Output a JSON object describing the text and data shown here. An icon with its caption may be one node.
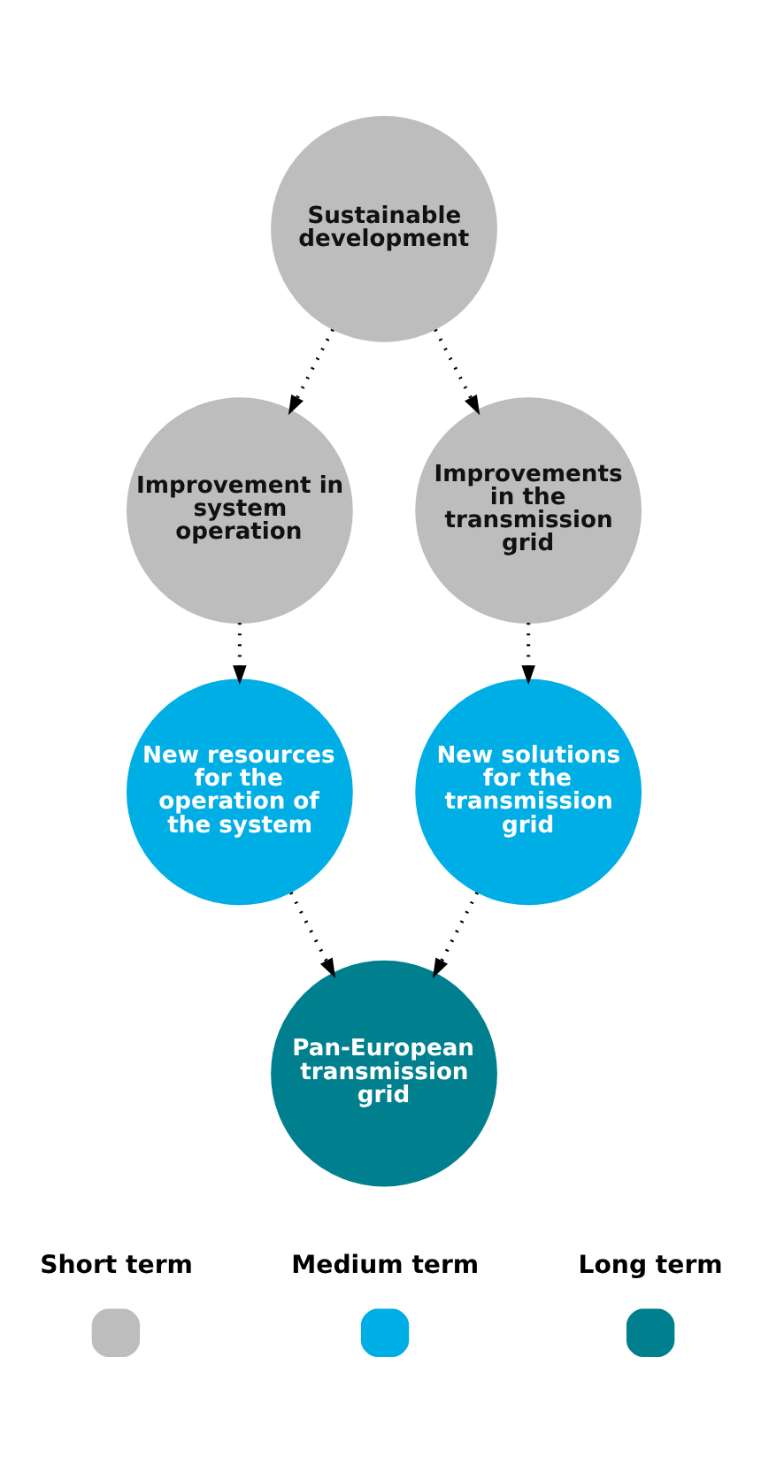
{
  "diagram": {
    "nodes": [
      {
        "text": [
          "Sustainable development"
        ]
      },
      {
        "text": [
          "Improvement in system operation"
        ]
      },
      {
        "text": [
          "Improvements in the transmission grid"
        ]
      },
      {
        "text": [
          "New resources for the operation of the system"
        ]
      },
      {
        "text": [
          "New solutions for the transmission grid"
        ]
      },
      {
        "text": [
          "Pan-European transmission grid"
        ]
      }
    ],
    "edges": [
      {
        "from": 0,
        "to": 1,
        "arrow": "to"
      },
      {
        "from": 0,
        "to": 2,
        "arrow": "to"
      },
      {
        "from": 1,
        "to": 3,
        "arrow": "to"
      },
      {
        "from": 2,
        "to": 4,
        "arrow": "to"
      },
      {
        "from": 3,
        "to": 5,
        "arrow": "to"
      },
      {
        "from": 4,
        "to": 5,
        "arrow": "to"
      }
    ],
    "legend": [
      {
        "text": "Short term",
        "color": "#bdbdbe"
      },
      {
        "text": "Medium term",
        "color": "#00aee6"
      },
      {
        "text": "Long term",
        "color": "#007f8e"
      }
    ]
  }
}
